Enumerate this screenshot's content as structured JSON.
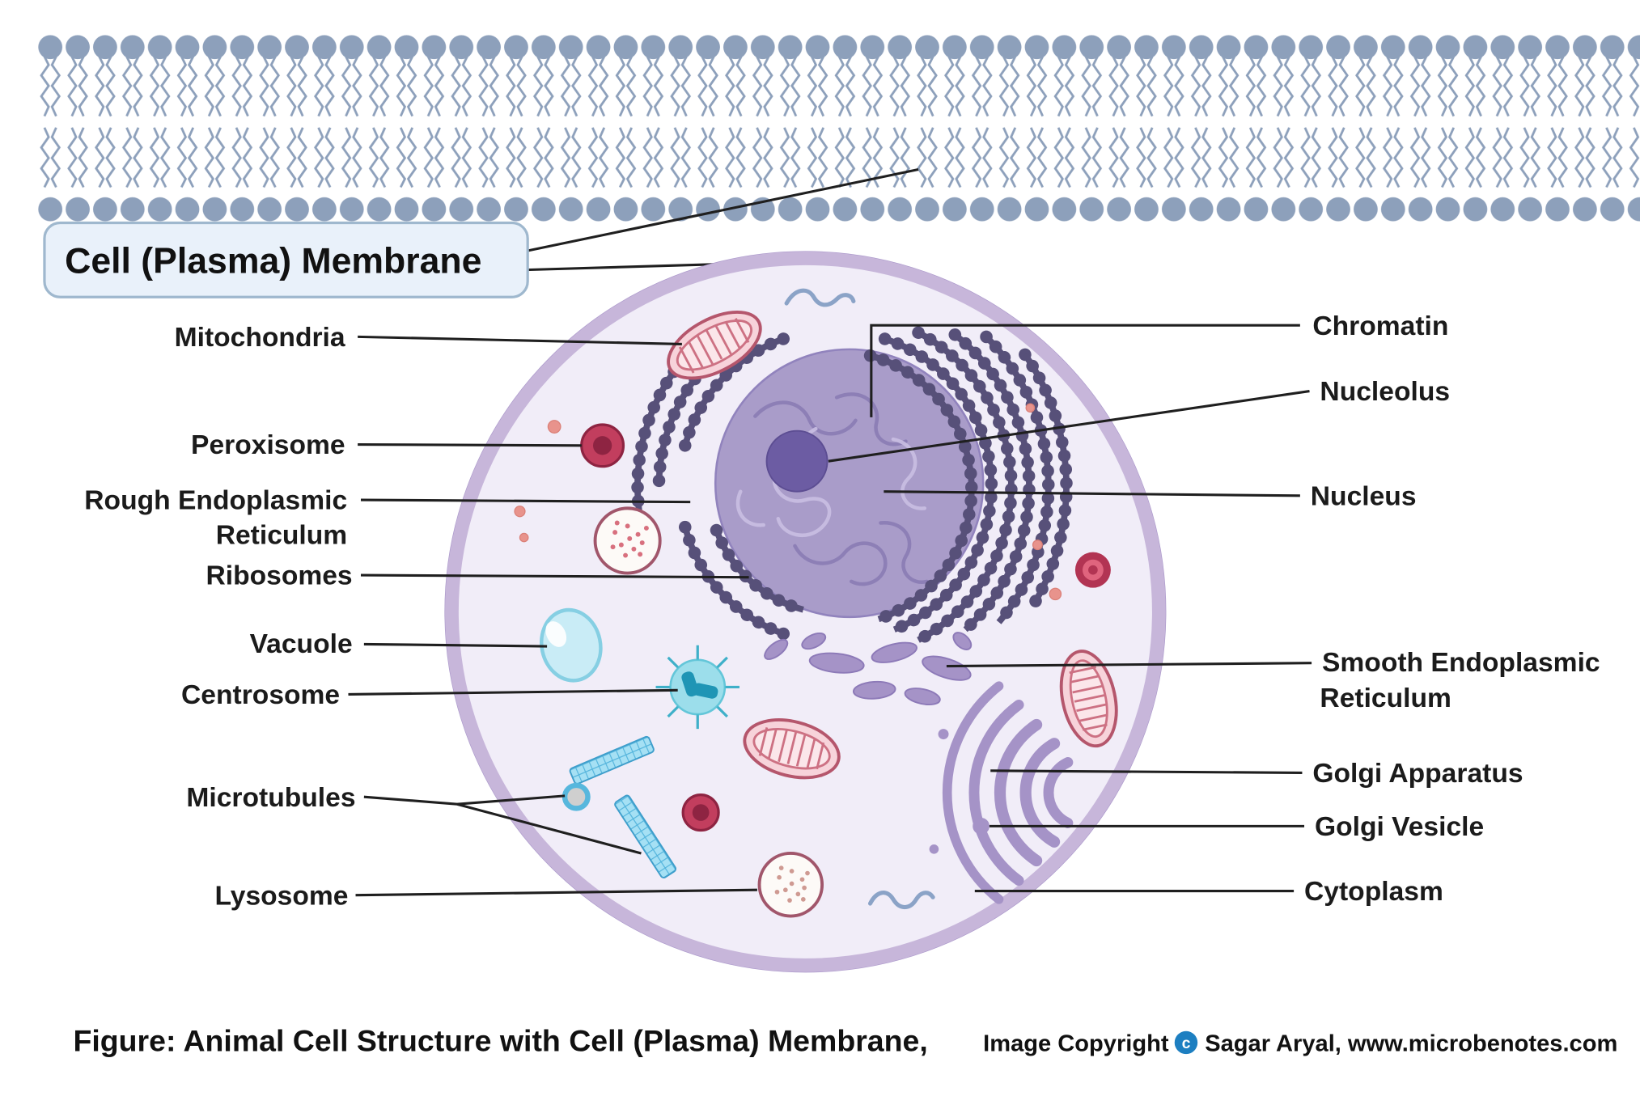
{
  "title_box": {
    "label": "Cell (Plasma) Membrane"
  },
  "labels": {
    "mitochondria": "Mitochondria",
    "peroxisome": "Peroxisome",
    "rough_er_1": "Rough Endoplasmic",
    "rough_er_2": "Reticulum",
    "ribosomes": "Ribosomes",
    "vacuole": "Vacuole",
    "centrosome": "Centrosome",
    "microtubules": "Microtubules",
    "lysosome": "Lysosome",
    "chromatin": "Chromatin",
    "nucleolus": "Nucleolus",
    "nucleus": "Nucleus",
    "smooth_er_1": "Smooth Endoplasmic",
    "smooth_er_2": "Reticulum",
    "golgi_apparatus": "Golgi Apparatus",
    "golgi_vesicle": "Golgi Vesicle",
    "cytoplasm": "Cytoplasm"
  },
  "caption": {
    "figure_text": "Figure: Animal Cell Structure with Cell (Plasma) Membrane,",
    "copyright_text": "Image Copyright",
    "copyright_symbol": "c",
    "author_text": "Sagar Aryal, www.microbenotes.com"
  },
  "colors": {
    "membrane": "#8da0bb",
    "label_box_fill": "#e9f1fa",
    "label_box_border": "#9fb8ce",
    "cell_fill": "#f1edf8",
    "cell_border": "#c7b6da",
    "nucleus_fill": "#a99cc9",
    "nucleolus_fill": "#6c5ca3",
    "rough_er": "#575079",
    "smooth_er": "#a593c7",
    "mitochondria_stroke": "#b5566c",
    "copyright_badge": "#1d7fc1"
  }
}
